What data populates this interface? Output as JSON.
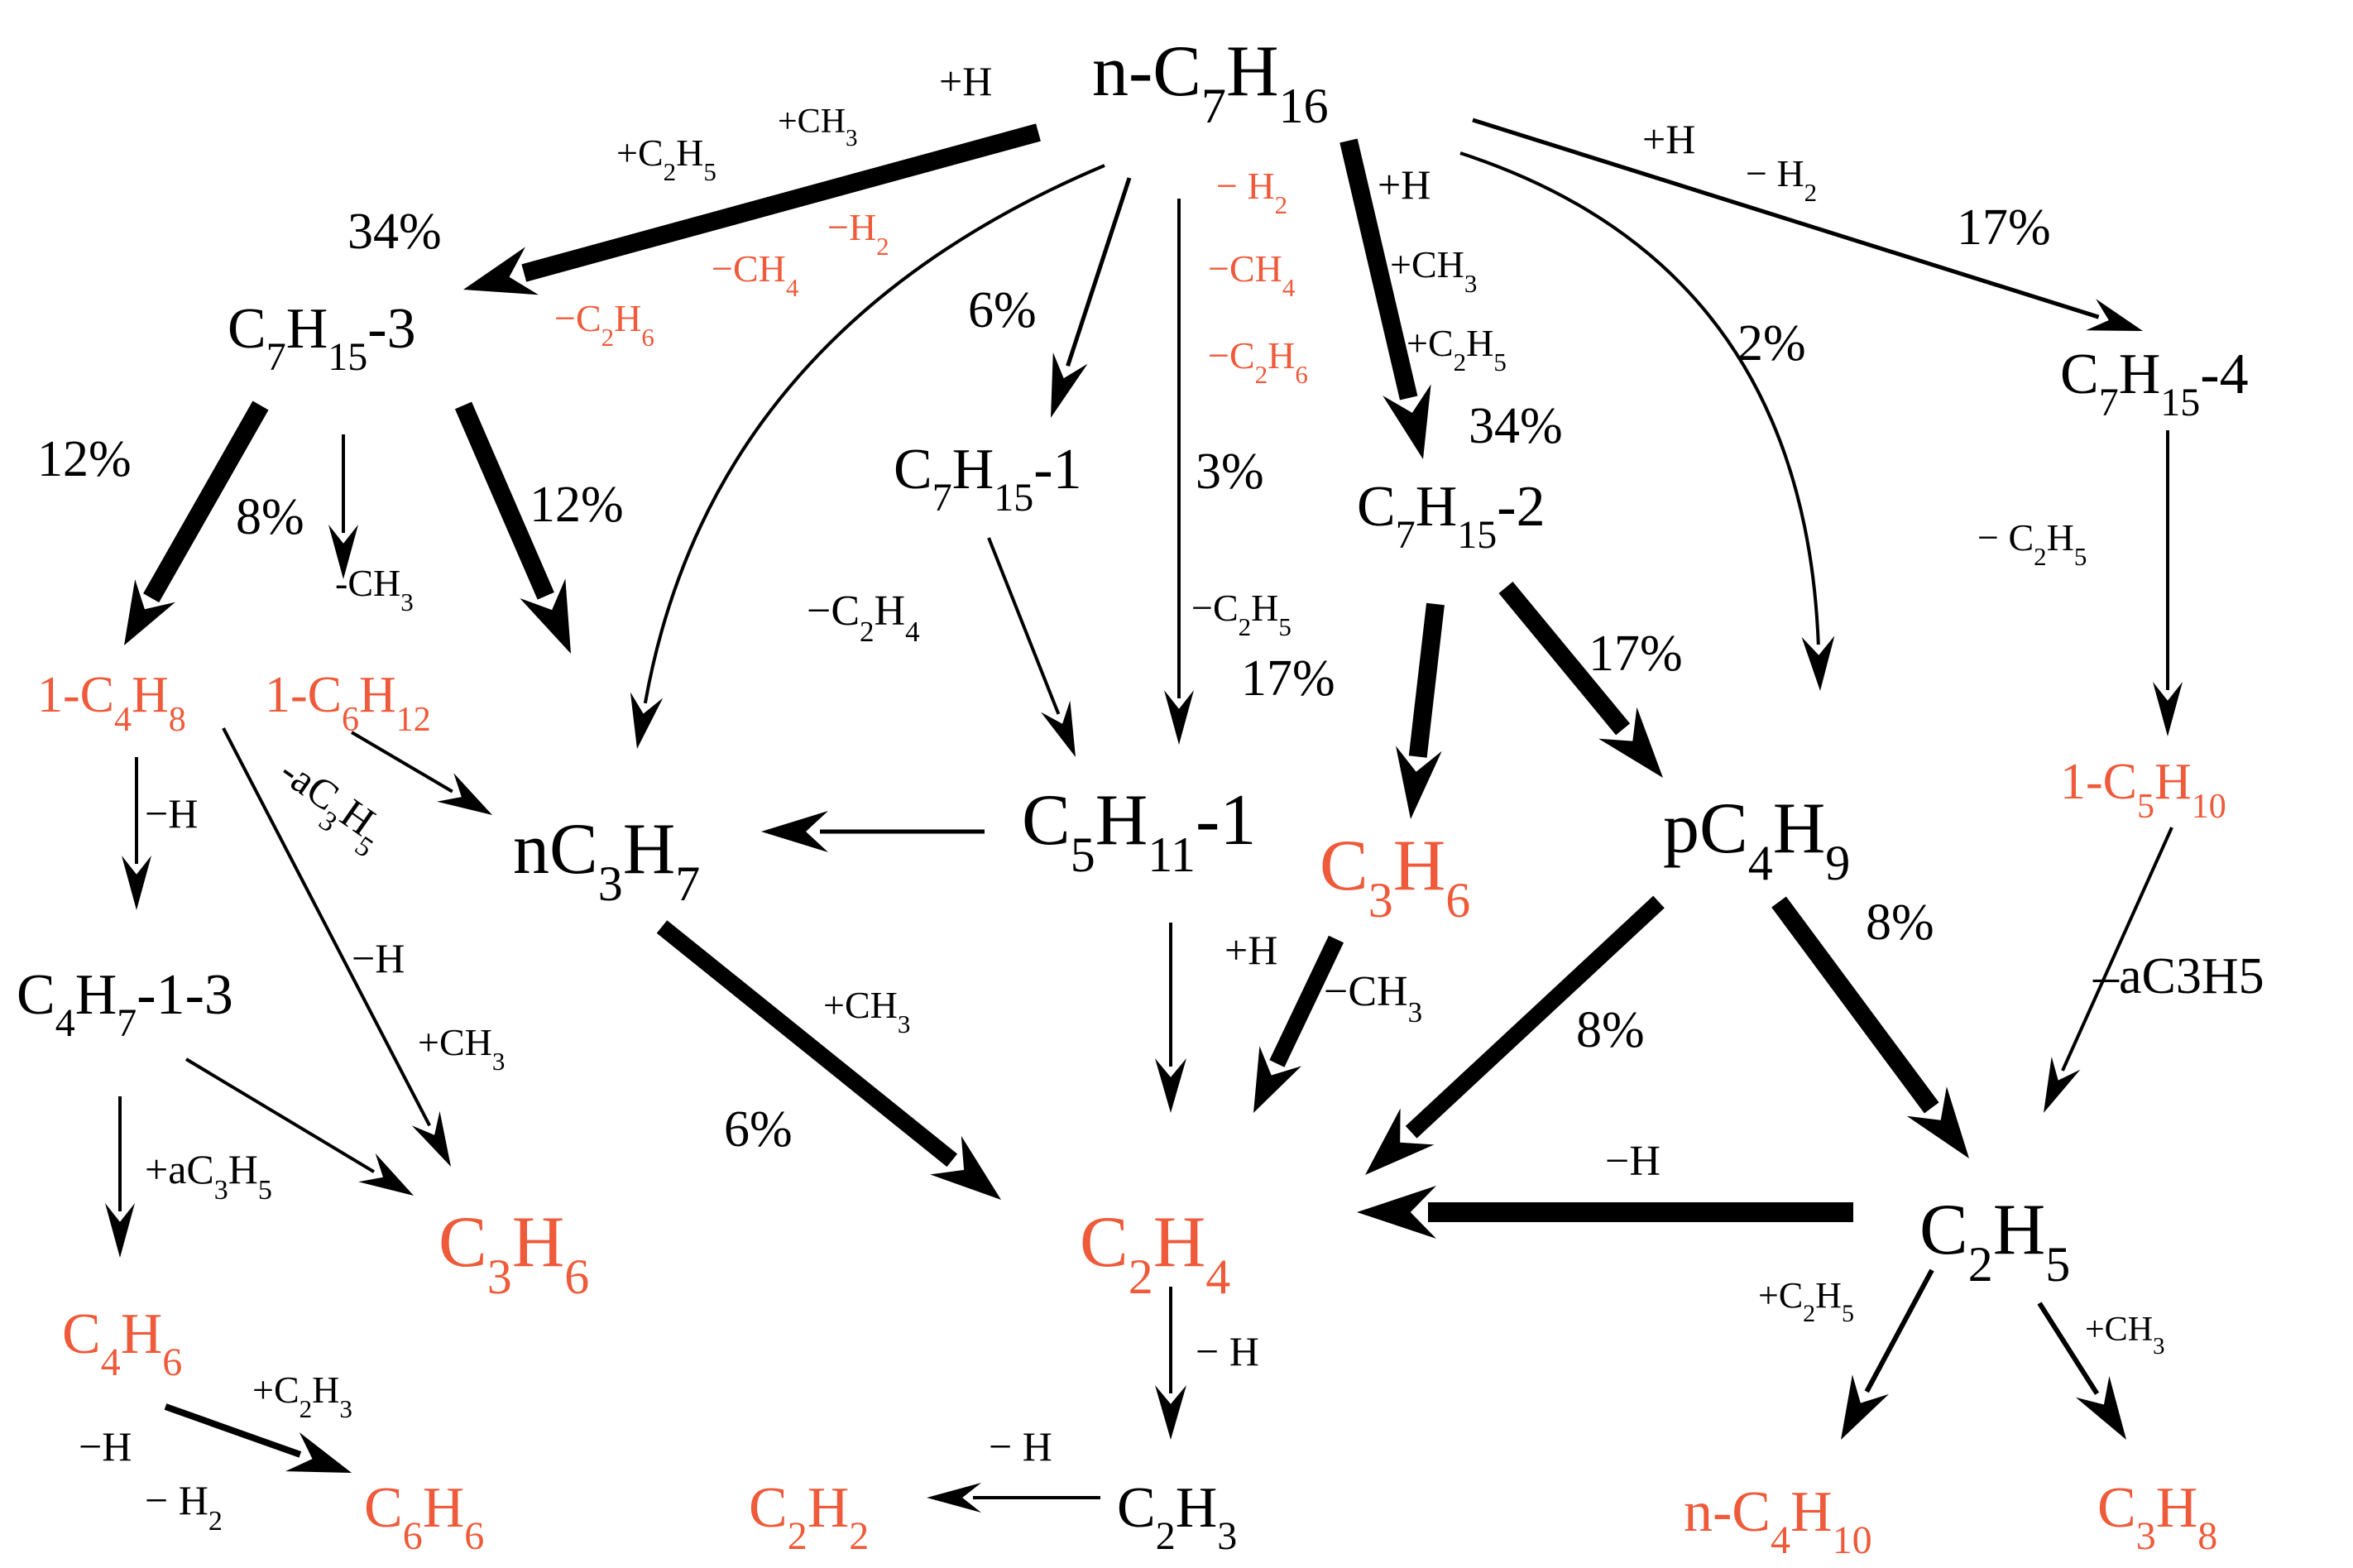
{
  "colors": {
    "black": "#000000",
    "red": "#ee5a3a"
  },
  "species": {
    "nc7h16": {
      "name": "n-C7H16",
      "html": [
        [
          "n-C",
          ""
        ],
        [
          "7",
          "sub"
        ],
        [
          "H",
          ""
        ],
        [
          "16",
          "sub"
        ]
      ],
      "red": false
    },
    "c7h15_3": {
      "name": "C7H15-3",
      "html": [
        [
          "C",
          ""
        ],
        [
          "7",
          "sub"
        ],
        [
          "H",
          ""
        ],
        [
          "15",
          "sub"
        ],
        [
          "-3",
          ""
        ]
      ],
      "red": false
    },
    "c7h15_1": {
      "name": "C7H15-1",
      "html": [
        [
          "C",
          ""
        ],
        [
          "7",
          "sub"
        ],
        [
          "H",
          ""
        ],
        [
          "15",
          "sub"
        ],
        [
          "-1",
          ""
        ]
      ],
      "red": false
    },
    "c7h15_2": {
      "name": "C7H15-2",
      "html": [
        [
          "C",
          ""
        ],
        [
          "7",
          "sub"
        ],
        [
          "H",
          ""
        ],
        [
          "15",
          "sub"
        ],
        [
          "-2",
          ""
        ]
      ],
      "red": false
    },
    "c7h15_4": {
      "name": "C7H15-4",
      "html": [
        [
          "C",
          ""
        ],
        [
          "7",
          "sub"
        ],
        [
          "H",
          ""
        ],
        [
          "15",
          "sub"
        ],
        [
          "-4",
          ""
        ]
      ],
      "red": false
    },
    "c4h8_1": {
      "name": "1-C4H8",
      "html": [
        [
          "1-C",
          ""
        ],
        [
          "4",
          "sub"
        ],
        [
          "H",
          ""
        ],
        [
          "8",
          "sub"
        ]
      ],
      "red": true
    },
    "c6h12_1": {
      "name": "1-C6H12",
      "html": [
        [
          "1-C",
          ""
        ],
        [
          "6",
          "sub"
        ],
        [
          "H",
          ""
        ],
        [
          "12",
          "sub"
        ]
      ],
      "red": true
    },
    "nc3h7": {
      "name": "nC3H7",
      "html": [
        [
          "nC",
          ""
        ],
        [
          "3",
          "sub"
        ],
        [
          "H",
          ""
        ],
        [
          "7",
          "sub"
        ]
      ],
      "red": false
    },
    "c5h11_1": {
      "name": "C5H11-1",
      "html": [
        [
          "C",
          ""
        ],
        [
          "5",
          "sub"
        ],
        [
          "H",
          ""
        ],
        [
          "11",
          "sub"
        ],
        [
          "-1",
          ""
        ]
      ],
      "red": false
    },
    "c3h6_mid": {
      "name": "C3H6",
      "html": [
        [
          "C",
          ""
        ],
        [
          "3",
          "sub"
        ],
        [
          "H",
          ""
        ],
        [
          "6",
          "sub"
        ]
      ],
      "red": true
    },
    "pc4h9": {
      "name": "pC4H9",
      "html": [
        [
          "pC",
          ""
        ],
        [
          "4",
          "sub"
        ],
        [
          "H",
          ""
        ],
        [
          "9",
          "sub"
        ]
      ],
      "red": false
    },
    "c5h10_1": {
      "name": "1-C5H10",
      "html": [
        [
          "1-C",
          ""
        ],
        [
          "5",
          "sub"
        ],
        [
          "H",
          ""
        ],
        [
          "10",
          "sub"
        ]
      ],
      "red": true
    },
    "c4h7": {
      "name": "C4H7-1-3",
      "html": [
        [
          "C",
          ""
        ],
        [
          "4",
          "sub"
        ],
        [
          "H",
          ""
        ],
        [
          "7",
          "sub"
        ],
        [
          "-1-3",
          ""
        ]
      ],
      "red": false
    },
    "c3h6_left": {
      "name": "C3H6",
      "html": [
        [
          "C",
          ""
        ],
        [
          "3",
          "sub"
        ],
        [
          "H",
          ""
        ],
        [
          "6",
          "sub"
        ]
      ],
      "red": true
    },
    "c2h4": {
      "name": "C2H4",
      "html": [
        [
          "C",
          ""
        ],
        [
          "2",
          "sub"
        ],
        [
          "H",
          ""
        ],
        [
          "4",
          "sub"
        ]
      ],
      "red": true
    },
    "c2h5": {
      "name": "C2H5",
      "html": [
        [
          "C",
          ""
        ],
        [
          "2",
          "sub"
        ],
        [
          "H",
          ""
        ],
        [
          "5",
          "sub"
        ]
      ],
      "red": false
    },
    "c4h6": {
      "name": "C4H6",
      "html": [
        [
          "C",
          ""
        ],
        [
          "4",
          "sub"
        ],
        [
          "H",
          ""
        ],
        [
          "6",
          "sub"
        ]
      ],
      "red": true
    },
    "c6h6": {
      "name": "C6H6",
      "html": [
        [
          "C",
          ""
        ],
        [
          "6",
          "sub"
        ],
        [
          "H",
          ""
        ],
        [
          "6",
          "sub"
        ]
      ],
      "red": true
    },
    "c2h2": {
      "name": "C2H2",
      "html": [
        [
          "C",
          ""
        ],
        [
          "2",
          "sub"
        ],
        [
          "H",
          ""
        ],
        [
          "2",
          "sub"
        ]
      ],
      "red": true
    },
    "c2h3": {
      "name": "C2H3",
      "html": [
        [
          "C",
          ""
        ],
        [
          "2",
          "sub"
        ],
        [
          "H",
          ""
        ],
        [
          "3",
          "sub"
        ]
      ],
      "red": false
    },
    "nc4h10": {
      "name": "n-C4H10",
      "html": [
        [
          "n-C",
          ""
        ],
        [
          "4",
          "sub"
        ],
        [
          "H",
          ""
        ],
        [
          "10",
          "sub"
        ]
      ],
      "red": true
    },
    "c3h8": {
      "name": "C3H8",
      "html": [
        [
          "C",
          ""
        ],
        [
          "3",
          "sub"
        ],
        [
          "H",
          ""
        ],
        [
          "8",
          "sub"
        ]
      ],
      "red": true
    }
  },
  "labels": {
    "h_add_top": {
      "html": [
        [
          "+H",
          ""
        ]
      ],
      "red": false
    },
    "c2h5_add_top": {
      "html": [
        [
          "+C",
          ""
        ],
        [
          "2",
          "sub"
        ],
        [
          "H",
          ""
        ],
        [
          "5",
          "sub"
        ]
      ],
      "red": false
    },
    "ch3_add_top": {
      "html": [
        [
          "+CH",
          ""
        ],
        [
          "3",
          "sub"
        ]
      ],
      "red": false
    },
    "pct_34_left": {
      "html": [
        [
          "34%",
          ""
        ]
      ],
      "red": false
    },
    "h2_loss_left": {
      "html": [
        [
          "−H",
          ""
        ],
        [
          "2",
          "sub"
        ]
      ],
      "red": true
    },
    "ch4_loss_left": {
      "html": [
        [
          "−CH",
          ""
        ],
        [
          "4",
          "sub"
        ]
      ],
      "red": true
    },
    "c2h6_loss_left": {
      "html": [
        [
          "−C",
          ""
        ],
        [
          "2",
          "sub"
        ],
        [
          "H",
          ""
        ],
        [
          "6",
          "sub"
        ]
      ],
      "red": true
    },
    "pct_6_top": {
      "html": [
        [
          "6%",
          ""
        ]
      ],
      "red": false
    },
    "h2_loss_mid": {
      "html": [
        [
          "− H",
          ""
        ],
        [
          "2",
          "sub"
        ]
      ],
      "red": true
    },
    "ch4_loss_mid": {
      "html": [
        [
          "−CH",
          ""
        ],
        [
          "4",
          "sub"
        ]
      ],
      "red": true
    },
    "c2h6_loss_mid": {
      "html": [
        [
          "−C",
          ""
        ],
        [
          "2",
          "sub"
        ],
        [
          "H",
          ""
        ],
        [
          "6",
          "sub"
        ]
      ],
      "red": true
    },
    "h_add_mid": {
      "html": [
        [
          "+H",
          ""
        ]
      ],
      "red": false
    },
    "ch3_add_mid": {
      "html": [
        [
          "+CH",
          ""
        ],
        [
          "3",
          "sub"
        ]
      ],
      "red": false
    },
    "c2h5_add_mid": {
      "html": [
        [
          "+C",
          ""
        ],
        [
          "2",
          "sub"
        ],
        [
          "H",
          ""
        ],
        [
          "5",
          "sub"
        ]
      ],
      "red": false
    },
    "pct_34_right": {
      "html": [
        [
          "34%",
          ""
        ]
      ],
      "red": false
    },
    "h_add_right": {
      "html": [
        [
          "+H",
          ""
        ]
      ],
      "red": false
    },
    "h2_loss_right": {
      "html": [
        [
          "− H",
          ""
        ],
        [
          "2",
          "sub"
        ]
      ],
      "red": false
    },
    "pct_17_right": {
      "html": [
        [
          "17%",
          ""
        ]
      ],
      "red": false
    },
    "pct_2": {
      "html": [
        [
          "2%",
          ""
        ]
      ],
      "red": false
    },
    "pct_3": {
      "html": [
        [
          "3%",
          ""
        ]
      ],
      "red": false
    },
    "pct_12_a": {
      "html": [
        [
          "12%",
          ""
        ]
      ],
      "red": false
    },
    "pct_8_a": {
      "html": [
        [
          "8%",
          ""
        ]
      ],
      "red": false
    },
    "ch3_loss_a": {
      "html": [
        [
          "-CH",
          ""
        ],
        [
          "3",
          "sub"
        ]
      ],
      "red": false
    },
    "pct_12_b": {
      "html": [
        [
          "12%",
          ""
        ]
      ],
      "red": false
    },
    "c2h4_loss": {
      "html": [
        [
          "−C",
          ""
        ],
        [
          "2",
          "sub"
        ],
        [
          "H",
          ""
        ],
        [
          "4",
          "sub"
        ]
      ],
      "red": false
    },
    "c2h5_loss_mid": {
      "html": [
        [
          "−C",
          ""
        ],
        [
          "2",
          "sub"
        ],
        [
          "H",
          ""
        ],
        [
          "5",
          "sub"
        ]
      ],
      "red": false
    },
    "pct_17_c3h6": {
      "html": [
        [
          "17%",
          ""
        ]
      ],
      "red": false
    },
    "pct_17_pc4h9": {
      "html": [
        [
          "17%",
          ""
        ]
      ],
      "red": false
    },
    "c2h5_loss_r": {
      "html": [
        [
          "− C",
          ""
        ],
        [
          "2",
          "sub"
        ],
        [
          "H",
          ""
        ],
        [
          "5",
          "sub"
        ]
      ],
      "red": false
    },
    "ac3h5_loss_a": {
      "html": [
        [
          "-aC",
          ""
        ],
        [
          "3",
          "sub"
        ],
        [
          "H",
          ""
        ],
        [
          "5",
          "sub"
        ]
      ],
      "red": false
    },
    "h_loss_c4h8": {
      "html": [
        [
          "−H",
          ""
        ]
      ],
      "red": false
    },
    "h_loss_c4h8b": {
      "html": [
        [
          "−H",
          ""
        ]
      ],
      "red": false
    },
    "ch3_add_c4h8": {
      "html": [
        [
          "+CH",
          ""
        ],
        [
          "3",
          "sub"
        ]
      ],
      "red": false
    },
    "ch3_add_nc3h7": {
      "html": [
        [
          "+CH",
          ""
        ],
        [
          "3",
          "sub"
        ]
      ],
      "red": false
    },
    "pct_6_bottom": {
      "html": [
        [
          "6%",
          ""
        ]
      ],
      "red": false
    },
    "h_add_c3h6": {
      "html": [
        [
          "+H",
          ""
        ]
      ],
      "red": false
    },
    "ch3_loss_c3h6": {
      "html": [
        [
          "−CH",
          ""
        ],
        [
          "3",
          "sub"
        ]
      ],
      "red": false
    },
    "pct_8_b": {
      "html": [
        [
          "8%",
          ""
        ]
      ],
      "red": false
    },
    "pct_8_c": {
      "html": [
        [
          "8%",
          ""
        ]
      ],
      "red": false
    },
    "ac3h5_loss_b": {
      "html": [
        [
          "–aC3H5",
          ""
        ]
      ],
      "red": false
    },
    "ac3h5_add": {
      "html": [
        [
          "+aC",
          ""
        ],
        [
          "3",
          "sub"
        ],
        [
          "H",
          ""
        ],
        [
          "5",
          "sub"
        ]
      ],
      "red": false
    },
    "h_loss_c2h5": {
      "html": [
        [
          "−H",
          ""
        ]
      ],
      "red": false
    },
    "h_loss_c2h4": {
      "html": [
        [
          "− H",
          ""
        ]
      ],
      "red": false
    },
    "c2h3_add": {
      "html": [
        [
          "+C",
          ""
        ],
        [
          "2",
          "sub"
        ],
        [
          "H",
          ""
        ],
        [
          "3",
          "sub"
        ]
      ],
      "red": false
    },
    "h_loss_c4h6": {
      "html": [
        [
          "−H",
          ""
        ]
      ],
      "red": false
    },
    "h2_loss_c4h6": {
      "html": [
        [
          "− H",
          ""
        ],
        [
          "2",
          "sub"
        ]
      ],
      "red": false
    },
    "h_loss_c2h3": {
      "html": [
        [
          "− H",
          ""
        ]
      ],
      "red": false
    },
    "c2h5_add_bot": {
      "html": [
        [
          "+C",
          ""
        ],
        [
          "2",
          "sub"
        ],
        [
          "H",
          ""
        ],
        [
          "5",
          "sub"
        ]
      ],
      "red": false
    },
    "ch3_add_bot": {
      "html": [
        [
          "+CH",
          ""
        ],
        [
          "3",
          "sub"
        ]
      ],
      "red": false
    }
  }
}
